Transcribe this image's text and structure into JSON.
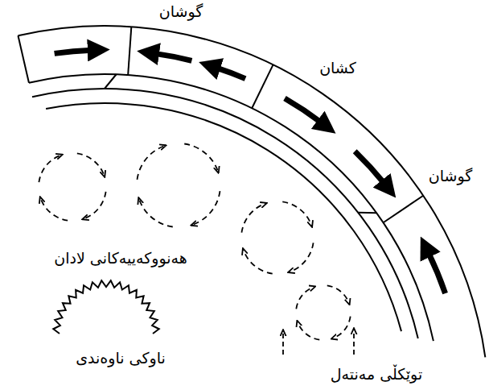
{
  "diagram": {
    "labels": [
      "گوشان",
      "کشان",
      "گوشان",
      "هەنووکەییەکانی لادان",
      "ناوکی ناوەندی",
      "توێکڵی مەنتەل"
    ]
  }
}
